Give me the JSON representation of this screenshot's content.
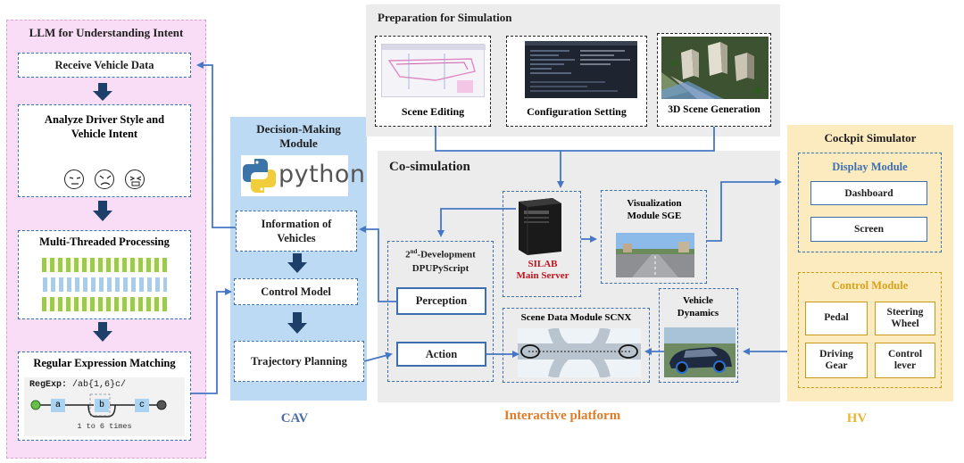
{
  "llm": {
    "title": "LLM for Understanding Intent",
    "receive": "Receive Vehicle Data",
    "analyze": "Analyze Driver Style and Vehicle Intent",
    "multithread": "Multi-Threaded Processing",
    "regex_title": "Regular Expression Matching",
    "regex_label": "RegExp:",
    "regex_pattern": "/ab{1,6}c/",
    "regex_a": "a",
    "regex_b": "b",
    "regex_c": "c",
    "regex_times": "1 to 6 times"
  },
  "cav": {
    "title": "Decision-Making Module",
    "python_word": "python",
    "info": "Information of Vehicles",
    "control": "Control Model",
    "trajectory": "Trajectory Planning",
    "caption": "CAV"
  },
  "prep": {
    "title": "Preparation for Simulation",
    "scene_editing": "Scene Editing",
    "config": "Configuration Setting",
    "scene3d": "3D Scene Generation"
  },
  "cosim": {
    "title": "Co-simulation",
    "dev_title_pre": "2",
    "dev_title_sup": "nd",
    "dev_title_post": "-Development",
    "dev_title2": "DPUPyScript",
    "perception": "Perception",
    "action": "Action",
    "silab": "SILAB Main Server",
    "vis_title": "Visualization Module SGE",
    "vehicle_dynamics": "Vehicle Dynamics",
    "scene_data": "Scene Data Module SCNX",
    "caption": "Interactive platform"
  },
  "hv": {
    "title": "Cockpit Simulator",
    "display": "Display Module",
    "dashboard": "Dashboard",
    "screen": "Screen",
    "control": "Control Module",
    "pedal": "Pedal",
    "steering": "Steering Wheel",
    "driving_gear": "Driving Gear",
    "control_lever": "Control lever",
    "caption": "HV"
  },
  "colors": {
    "arrow_blue": "#4677c4",
    "dark_navy": "#1f3f6b",
    "cav_caption": "#4d6fa8",
    "platform_caption": "#e07b28",
    "hv_caption": "#e8b53a",
    "silab_red": "#c0141c"
  }
}
